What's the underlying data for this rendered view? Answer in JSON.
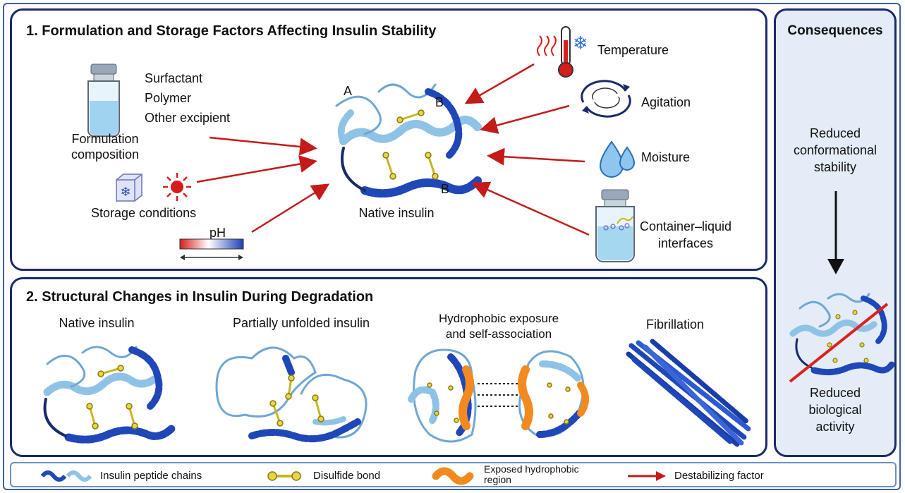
{
  "panel1": {
    "title": "1. Formulation and Storage Factors Affecting Insulin Stability",
    "excipients": [
      "Surfactant",
      "Polymer",
      "Other excipient"
    ],
    "formulation_label": [
      "Formulation",
      "composition"
    ],
    "storage_label": "Storage conditions",
    "ph_label": "pH",
    "center_label": "Native insulin",
    "chain_labels": [
      "A",
      "B",
      "B"
    ],
    "right_factors": {
      "temperature": "Temperature",
      "agitation": "Agitation",
      "moisture": "Moisture",
      "container": [
        "Container–liquid",
        "interfaces"
      ]
    }
  },
  "panel2": {
    "title": "2. Structural Changes in Insulin During Degradation",
    "stages": [
      {
        "label": [
          "Native insulin"
        ]
      },
      {
        "label": [
          "Partially unfolded insulin"
        ]
      },
      {
        "label": [
          "Hydrophobic exposure",
          "and self-association"
        ]
      },
      {
        "label": [
          "Fibrillation"
        ]
      }
    ]
  },
  "consequences": {
    "title": "Consequences",
    "first": [
      "Reduced",
      "conformational",
      "stability"
    ],
    "second": [
      "Reduced",
      "biological",
      "activity"
    ]
  },
  "legend": {
    "chains": "Insulin peptide chains",
    "disulfide": "Disulfide bond",
    "hydrophobic": [
      "Exposed hydrophobic",
      "region"
    ],
    "destabilizing": "Destabilizing factor"
  },
  "colors": {
    "navy": "#1a2a6b",
    "dark_blue_helix": "#1f47b8",
    "light_blue_helix": "#8fc3e6",
    "disulfide_yellow": "#e8d642",
    "hydrophobic_orange": "#f28a1f",
    "arrow_red": "#c41a1a",
    "consequence_bg": "#e3ecf7"
  }
}
